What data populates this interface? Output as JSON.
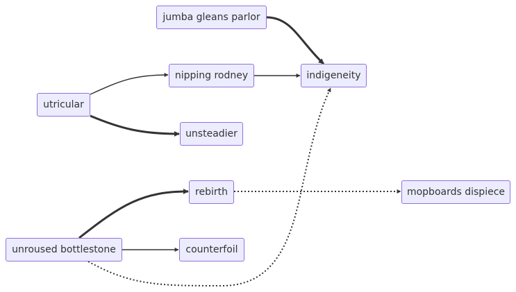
{
  "nodes": {
    "jumba": {
      "label": "jumba gleans parlor"
    },
    "nipping": {
      "label": "nipping rodney"
    },
    "indigeneity": {
      "label": "indigeneity"
    },
    "utricular": {
      "label": "utricular"
    },
    "unsteadier": {
      "label": "unsteadier"
    },
    "rebirth": {
      "label": "rebirth"
    },
    "mopboards": {
      "label": "mopboards dispiece"
    },
    "unroused": {
      "label": "unroused bottlestone"
    },
    "counterfoil": {
      "label": "counterfoil"
    }
  },
  "edges": [
    {
      "from": "jumba gleans parlor",
      "to": "indigeneity",
      "style": "thick"
    },
    {
      "from": "nipping rodney",
      "to": "indigeneity",
      "style": "normal"
    },
    {
      "from": "utricular",
      "to": "nipping rodney",
      "style": "normal"
    },
    {
      "from": "utricular",
      "to": "unsteadier",
      "style": "thick"
    },
    {
      "from": "unroused bottlestone",
      "to": "rebirth",
      "style": "thick"
    },
    {
      "from": "unroused bottlestone",
      "to": "counterfoil",
      "style": "normal"
    },
    {
      "from": "unroused bottlestone",
      "to": "indigeneity",
      "style": "dotted"
    },
    {
      "from": "rebirth",
      "to": "mopboards dispiece",
      "style": "dotted"
    }
  ],
  "colors": {
    "node_fill": "#ececff",
    "node_border": "#9370db",
    "edge": "#333333",
    "text": "#333333"
  }
}
